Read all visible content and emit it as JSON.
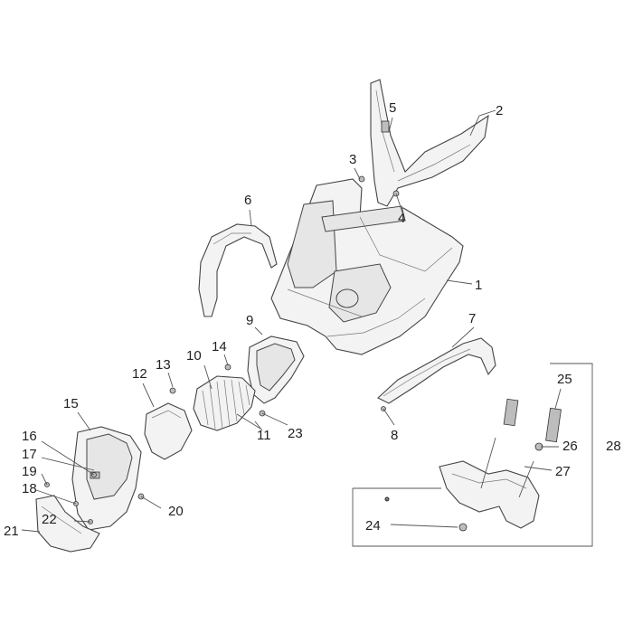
{
  "diagram": {
    "callouts": [
      {
        "id": "1",
        "text": "1"
      },
      {
        "id": "2",
        "text": "2"
      },
      {
        "id": "3",
        "text": "3"
      },
      {
        "id": "4",
        "text": "4"
      },
      {
        "id": "5",
        "text": "5"
      },
      {
        "id": "6",
        "text": "6"
      },
      {
        "id": "7",
        "text": "7"
      },
      {
        "id": "8",
        "text": "8"
      },
      {
        "id": "9",
        "text": "9"
      },
      {
        "id": "10",
        "text": "10"
      },
      {
        "id": "11",
        "text": "11"
      },
      {
        "id": "12",
        "text": "12"
      },
      {
        "id": "13",
        "text": "13"
      },
      {
        "id": "14",
        "text": "14"
      },
      {
        "id": "15",
        "text": "15"
      },
      {
        "id": "16",
        "text": "16"
      },
      {
        "id": "17",
        "text": "17"
      },
      {
        "id": "18",
        "text": "18"
      },
      {
        "id": "19",
        "text": "19"
      },
      {
        "id": "20",
        "text": "20"
      },
      {
        "id": "21",
        "text": "21"
      },
      {
        "id": "22",
        "text": "22"
      },
      {
        "id": "23",
        "text": "23"
      },
      {
        "id": "24",
        "text": "24"
      },
      {
        "id": "25",
        "text": "25"
      },
      {
        "id": "26",
        "text": "26"
      },
      {
        "id": "27",
        "text": "27"
      },
      {
        "id": "28",
        "text": "28"
      }
    ]
  }
}
